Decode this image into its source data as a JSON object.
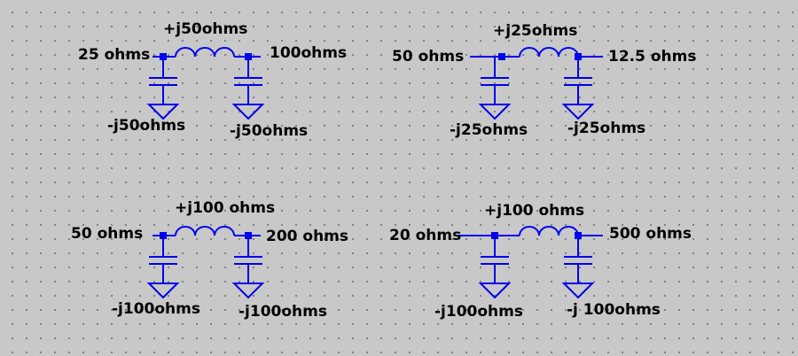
{
  "circuits": [
    {
      "series": "+j50ohms",
      "left": "25 ohms",
      "right": "100ohms",
      "shunt_left": "-j50ohms",
      "shunt_right": "-j50ohms"
    },
    {
      "series": "+j25ohms",
      "left": "50 ohms",
      "right": "12.5 ohms",
      "shunt_left": "-j25ohms",
      "shunt_right": "-j25ohms"
    },
    {
      "series": "+j100 ohms",
      "left": "50 ohms",
      "right": "200 ohms",
      "shunt_left": "-j100ohms",
      "shunt_right": "-j100ohms"
    },
    {
      "series": "+j100 ohms",
      "left": "20 ohms",
      "right": "500 ohms",
      "shunt_left": "-j100ohms",
      "shunt_right": "-j 100ohms"
    }
  ],
  "colors": {
    "schematic": "#0000ee",
    "background": "#c8c8c8",
    "grid_dot": "#7a7a7a"
  }
}
